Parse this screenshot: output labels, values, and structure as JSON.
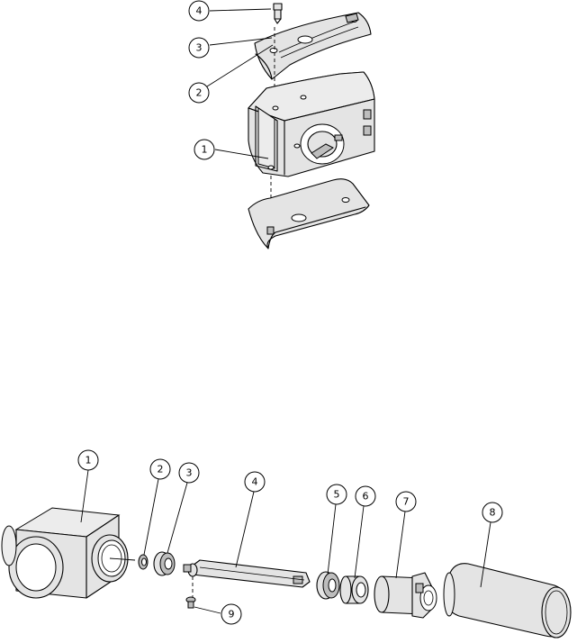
{
  "upper_assembly": {
    "callouts": [
      {
        "id": "u1",
        "label": "1"
      },
      {
        "id": "u2",
        "label": "2"
      },
      {
        "id": "u3",
        "label": "3"
      },
      {
        "id": "u4",
        "label": "4"
      }
    ]
  },
  "lower_assembly": {
    "callouts": [
      {
        "id": "l1",
        "label": "1"
      },
      {
        "id": "l2",
        "label": "2"
      },
      {
        "id": "l3",
        "label": "3"
      },
      {
        "id": "l4",
        "label": "4"
      },
      {
        "id": "l5",
        "label": "5"
      },
      {
        "id": "l6",
        "label": "6"
      },
      {
        "id": "l7",
        "label": "7"
      },
      {
        "id": "l8",
        "label": "8"
      },
      {
        "id": "l9",
        "label": "9"
      }
    ]
  }
}
